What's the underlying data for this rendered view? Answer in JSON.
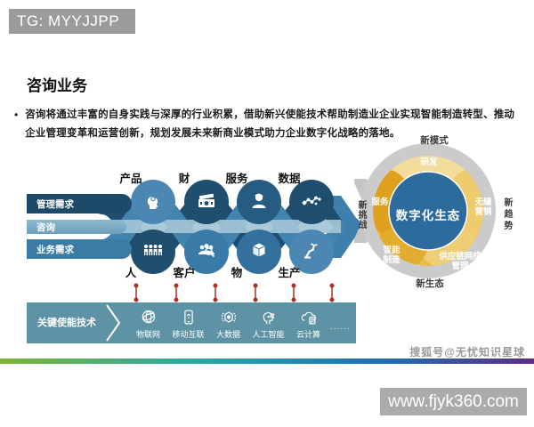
{
  "header": {
    "tag": "TG: MYYJJPP"
  },
  "title": "咨询业务",
  "bullet": {
    "marker": "•",
    "text": "咨询将通过丰富的自身实践与深厚的行业积累，借助新兴使能技术帮助制造业企业实现智能制造转型、推动企业管理变革和运营创新，规划发展未来新商业模式助力企业数字化战略的落地。"
  },
  "helix": {
    "left_bars": [
      {
        "label": "管理需求"
      },
      {
        "label": "咨询"
      },
      {
        "label": "业务需求"
      }
    ],
    "top_labels": [
      "产品",
      "财",
      "服务",
      "数据"
    ],
    "bottom_labels": [
      "人",
      "客户",
      "物",
      "生产"
    ]
  },
  "ecosystem": {
    "center": "数字化生态",
    "ring_labels": {
      "top": "新模式",
      "right": "新趋势",
      "bottom": "新生态",
      "left": "新挑战"
    },
    "segments": [
      {
        "label": "研发"
      },
      {
        "label": "服务"
      },
      {
        "label": "无缝营销"
      },
      {
        "label": "智能制造"
      },
      {
        "label": "供应链网络管理"
      }
    ]
  },
  "enablers": {
    "title": "关键使能技术",
    "items": [
      {
        "label": "物联网",
        "icon": "iot-globe-icon"
      },
      {
        "label": "移动互联",
        "icon": "mobile-icon"
      },
      {
        "label": "大数据",
        "icon": "bigdata-icon"
      },
      {
        "label": "人工智能",
        "icon": "ai-head-icon"
      },
      {
        "label": "云计算",
        "icon": "cloud-icon"
      }
    ],
    "more": "......"
  },
  "footer": {
    "watermark": "搜狐号@无忧知识星球",
    "url": "www.fjyk360.com"
  },
  "colors": {
    "dark_navy": "#1f4e6e",
    "medium_blue": "#4184b0",
    "light_band": "#a3c6d6",
    "teal_bar": "#5d93a4",
    "arrow_red": "#a93226",
    "gold_base": "#e8bc4e",
    "gold_light": "#f3dc9c",
    "gold_dark": "#dfa01e",
    "ring_gray": "#cbcbcb",
    "center_blue": "#2e6b9d",
    "gradient": [
      "#7cb532",
      "#2ba8a2",
      "#1c72ba",
      "#5b2d86"
    ]
  }
}
